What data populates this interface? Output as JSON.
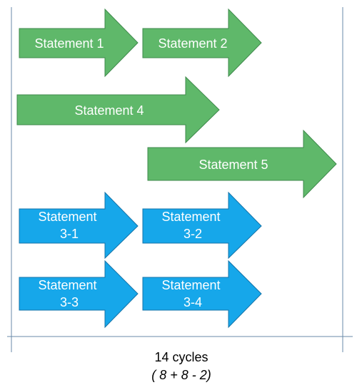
{
  "colors": {
    "green_fill": "#5fb86a",
    "green_stroke": "#3f8a4c",
    "blue_fill": "#16a7ea",
    "blue_stroke": "#1573a8",
    "guide_line": "#6a8aa8"
  },
  "arrows": {
    "s1": {
      "label_lines": [
        "Statement 1"
      ],
      "color": "green"
    },
    "s2": {
      "label_lines": [
        "Statement 2"
      ],
      "color": "green"
    },
    "s4": {
      "label_lines": [
        "Statement 4"
      ],
      "color": "green"
    },
    "s5": {
      "label_lines": [
        "Statement 5"
      ],
      "color": "green"
    },
    "s31": {
      "label_lines": [
        "Statement",
        "3-1"
      ],
      "color": "blue"
    },
    "s32": {
      "label_lines": [
        "Statement",
        "3-2"
      ],
      "color": "blue"
    },
    "s33": {
      "label_lines": [
        "Statement",
        "3-3"
      ],
      "color": "blue"
    },
    "s34": {
      "label_lines": [
        "Statement",
        "3-4"
      ],
      "color": "blue"
    }
  },
  "footer": {
    "line1": "14 cycles",
    "line2": "( 8 + 8 - 2)"
  }
}
